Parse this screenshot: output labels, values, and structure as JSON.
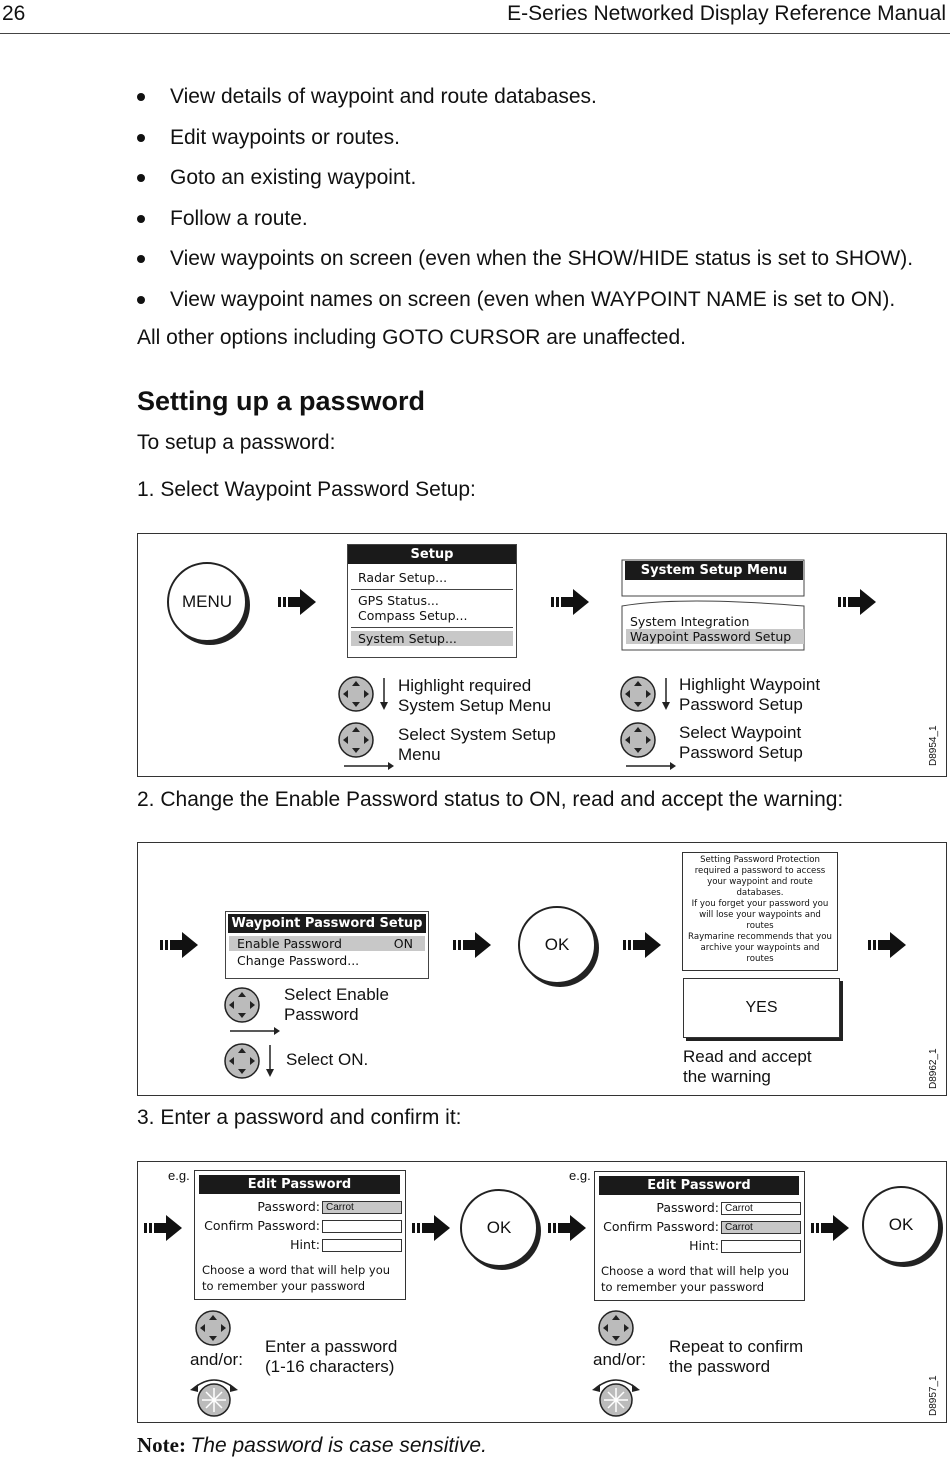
{
  "header": {
    "page_number": "26",
    "manual_title": "E-Series Networked Display Reference Manual"
  },
  "bullets": [
    "View details of waypoint and route databases.",
    "Edit waypoints or routes.",
    "Goto an existing waypoint.",
    "Follow a route.",
    "View waypoints on screen (even when the SHOW/HIDE status is set to SHOW).",
    "View waypoint names on screen (even when WAYPOINT NAME is set to ON)."
  ],
  "other_options": "All other options including GOTO CURSOR are unaffected.",
  "section_title": "Setting up a password",
  "intro": "To setup a password:",
  "steps": [
    "1.   Select Waypoint Password Setup:",
    "2.   Change the Enable Password status to ON, read and accept the warning:",
    "3.   Enter a password and confirm it:"
  ],
  "fig1": {
    "menu_button": "MENU",
    "setup_menu": {
      "title": "Setup",
      "items": [
        "Radar Setup...",
        "GPS Status...",
        "Compass Setup...",
        "System Setup..."
      ]
    },
    "system_menu": {
      "title": "System Setup Menu",
      "items": [
        "System Integration",
        "Waypoint Password Setup"
      ]
    },
    "cap_highlight_1": [
      "Highlight required",
      "System Setup Menu"
    ],
    "cap_select_1": [
      "Select System Setup",
      "Menu"
    ],
    "cap_highlight_2": [
      "Highlight Waypoint",
      "Password Setup"
    ],
    "cap_select_2": [
      "Select Waypoint",
      "Password Setup"
    ],
    "drawing_no": "D8954_1"
  },
  "fig2": {
    "menu": {
      "title": "Waypoint Password Setup",
      "row1_label": "Enable Password",
      "row1_value": "ON",
      "row2_label": "Change Password..."
    },
    "ok": "OK",
    "warning": [
      "Setting Password Protection",
      "required a password to access",
      "your waypoint and route",
      "databases.",
      "If you forget your password you",
      "will lose your waypoints and",
      "routes",
      "Raymarine recommends that you",
      "archive your waypoints and",
      "routes"
    ],
    "yes": "YES",
    "cap_select_enable": [
      "Select Enable",
      "Password"
    ],
    "cap_select_on": "Select ON.",
    "cap_read": [
      "Read and accept",
      "the warning"
    ],
    "drawing_no": "D8962_1"
  },
  "fig3": {
    "eg": "e.g.",
    "dialog_title": "Edit Password",
    "label_password": "Password:",
    "label_confirm": "Confirm Password:",
    "label_hint": "Hint:",
    "left_password_value": "Carrot",
    "right_password_value": "Carrot",
    "right_confirm_value": "Carrot",
    "help_text": [
      "Choose a word that will help you",
      "to remember your password"
    ],
    "ok": "OK",
    "andor": "and/or:",
    "cap_enter": [
      "Enter a password",
      "(1-16 characters)"
    ],
    "cap_repeat": [
      "Repeat to confirm",
      "the password"
    ],
    "drawing_no": "D8957_1"
  },
  "note": {
    "label": "Note:",
    "text": "The password is case sensitive."
  }
}
